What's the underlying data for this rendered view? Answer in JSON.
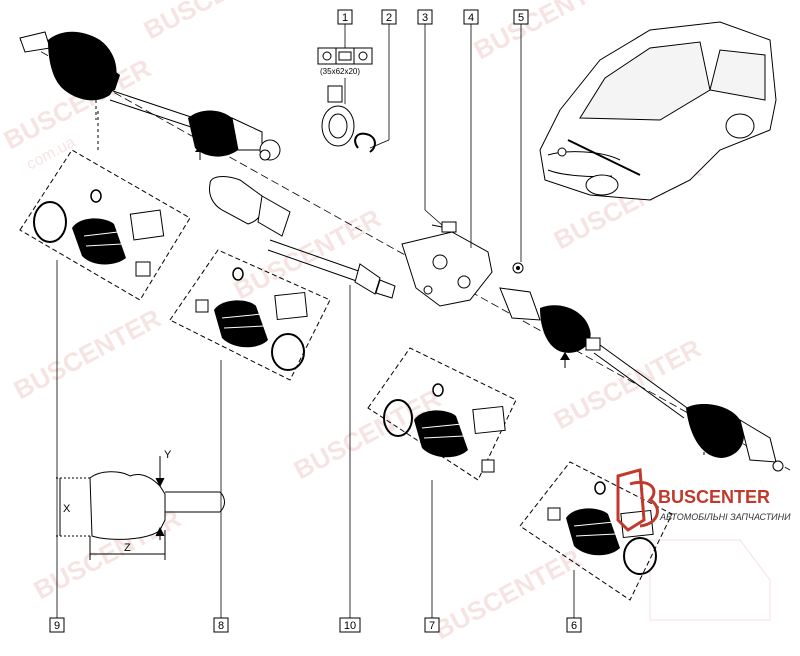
{
  "callouts": [
    "1",
    "2",
    "3",
    "4",
    "5",
    "6",
    "7",
    "8",
    "9",
    "10"
  ],
  "bearing_size": "(35x62x20)",
  "dimension_labels": {
    "x": "X",
    "y": "Y",
    "z": "Z"
  },
  "watermark": {
    "brand": "BUSCENTER",
    "domain": "com.ua"
  },
  "logo": {
    "name": "BUSCENTER",
    "tagline": "АВТОМОБІЛЬНІ ЗАПЧАСТИНИ"
  },
  "colors": {
    "brand": "#c0392b",
    "line": "#000000",
    "boot": "#000000"
  }
}
